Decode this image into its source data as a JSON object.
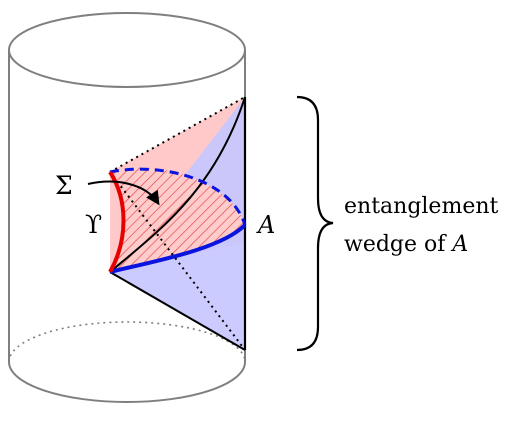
{
  "labels": {
    "sigma": "Σ",
    "upsilon": "ϒ",
    "region": "A",
    "wedge_line1": "entanglement",
    "wedge_line2_prefix": "wedge of ",
    "wedge_line2_var": "A"
  },
  "colors": {
    "cylinder": "#7f7f7f",
    "upper_face": "#ffc9c9",
    "lower_face": "#c7c7ff",
    "accent_red": "#e60000",
    "accent_blue": "#0a14e0",
    "hatch": "#e24a4a",
    "ink": "#000000"
  }
}
